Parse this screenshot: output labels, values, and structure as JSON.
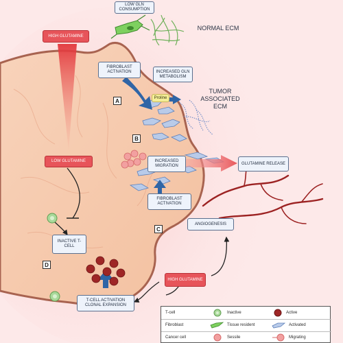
{
  "boxes": {
    "low_gln_consumption": "LOW GLN CONSUMPTION",
    "high_glutamine_top": "HIGH GLUTAMINE",
    "fibroblast_activation_top": "FIBROBLAST ACTIVATION",
    "increased_gln_metabolism": "INCREASED GLN METABOLISM",
    "proline": "Proline",
    "low_glutamine": "LOW GLUTAMINE",
    "increased_migration": "INCREASED MIGRATION",
    "glutamine_release": "GLUTAMINE RELEASE",
    "fibroblast_activation_mid": "FIBROBLAST ACTIVATION",
    "angiogenesis": "ANGIOGENESIS",
    "inactive_tcell": "INACTIVE T-CELL",
    "high_glutamine_bottom": "HIGH GLUTAMINE",
    "tcell_activation": "T-CELL ACTIVATION CLONAL EXPANSION"
  },
  "labels": {
    "normal_ecm": "NORMAL ECM",
    "tumor_ecm": "TUMOR ASSOCIATED ECM"
  },
  "letters": {
    "a": "A",
    "b": "B",
    "c": "C",
    "d": "D"
  },
  "legend": {
    "tcell": "T-cell",
    "inactive": "Inactive",
    "active": "Active",
    "fibroblast": "Fibroblast",
    "tissue_resident": "Tissue resident",
    "activated": "Activated",
    "cancer_cell": "Cancer cell",
    "sessile": "Sessile",
    "migrating": "Migrating"
  },
  "colors": {
    "tumor_fill": "#f7cdb3",
    "tumor_border": "#a86350",
    "red_box": "#e7545a",
    "arrow_blue": "#2f65a6",
    "vessel": "#9c2222",
    "ecm_green": "#6fb05a"
  }
}
